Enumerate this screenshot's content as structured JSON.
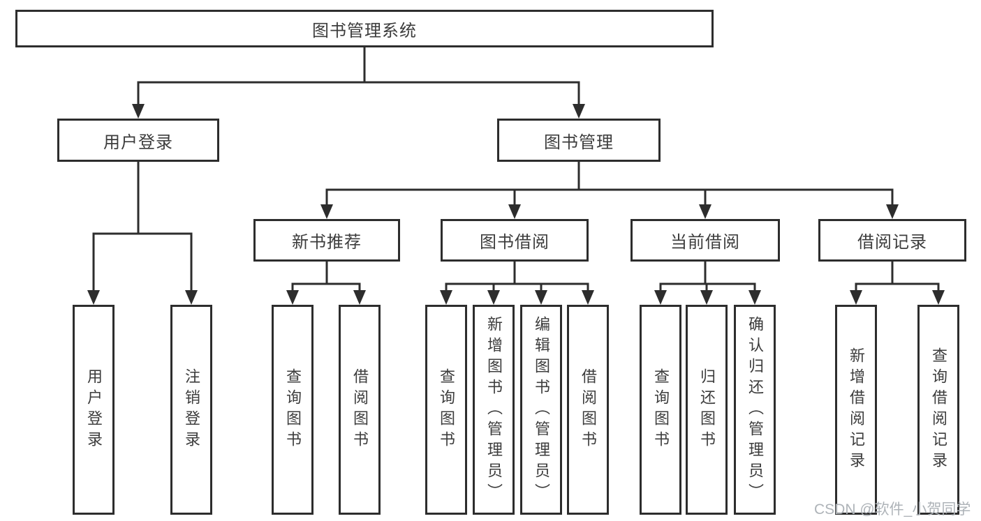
{
  "diagram": {
    "root": {
      "label": "图书管理系统"
    },
    "level2": [
      {
        "label": "用户登录"
      },
      {
        "label": "图书管理"
      }
    ],
    "level3": [
      {
        "label": "新书推荐"
      },
      {
        "label": "图书借阅"
      },
      {
        "label": "当前借阅"
      },
      {
        "label": "借阅记录"
      }
    ],
    "leaves": [
      {
        "label": "用户登录"
      },
      {
        "label": "注销登录"
      },
      {
        "label": "查询图书"
      },
      {
        "label": "借阅图书"
      },
      {
        "label": "查询图书"
      },
      {
        "label": "新增图书（管理员）"
      },
      {
        "label": "编辑图书（管理员）"
      },
      {
        "label": "借阅图书"
      },
      {
        "label": "查询图书"
      },
      {
        "label": "归还图书"
      },
      {
        "label": "确认归还（管理员）"
      },
      {
        "label": "新增借阅记录"
      },
      {
        "label": "查询借阅记录"
      }
    ]
  },
  "watermark": "CSDN @软件_小贺同学",
  "colors": {
    "line": "#2d2d2d",
    "text": "#3c3c3c",
    "background": "#ffffff",
    "watermark": "#aeb3b8"
  }
}
